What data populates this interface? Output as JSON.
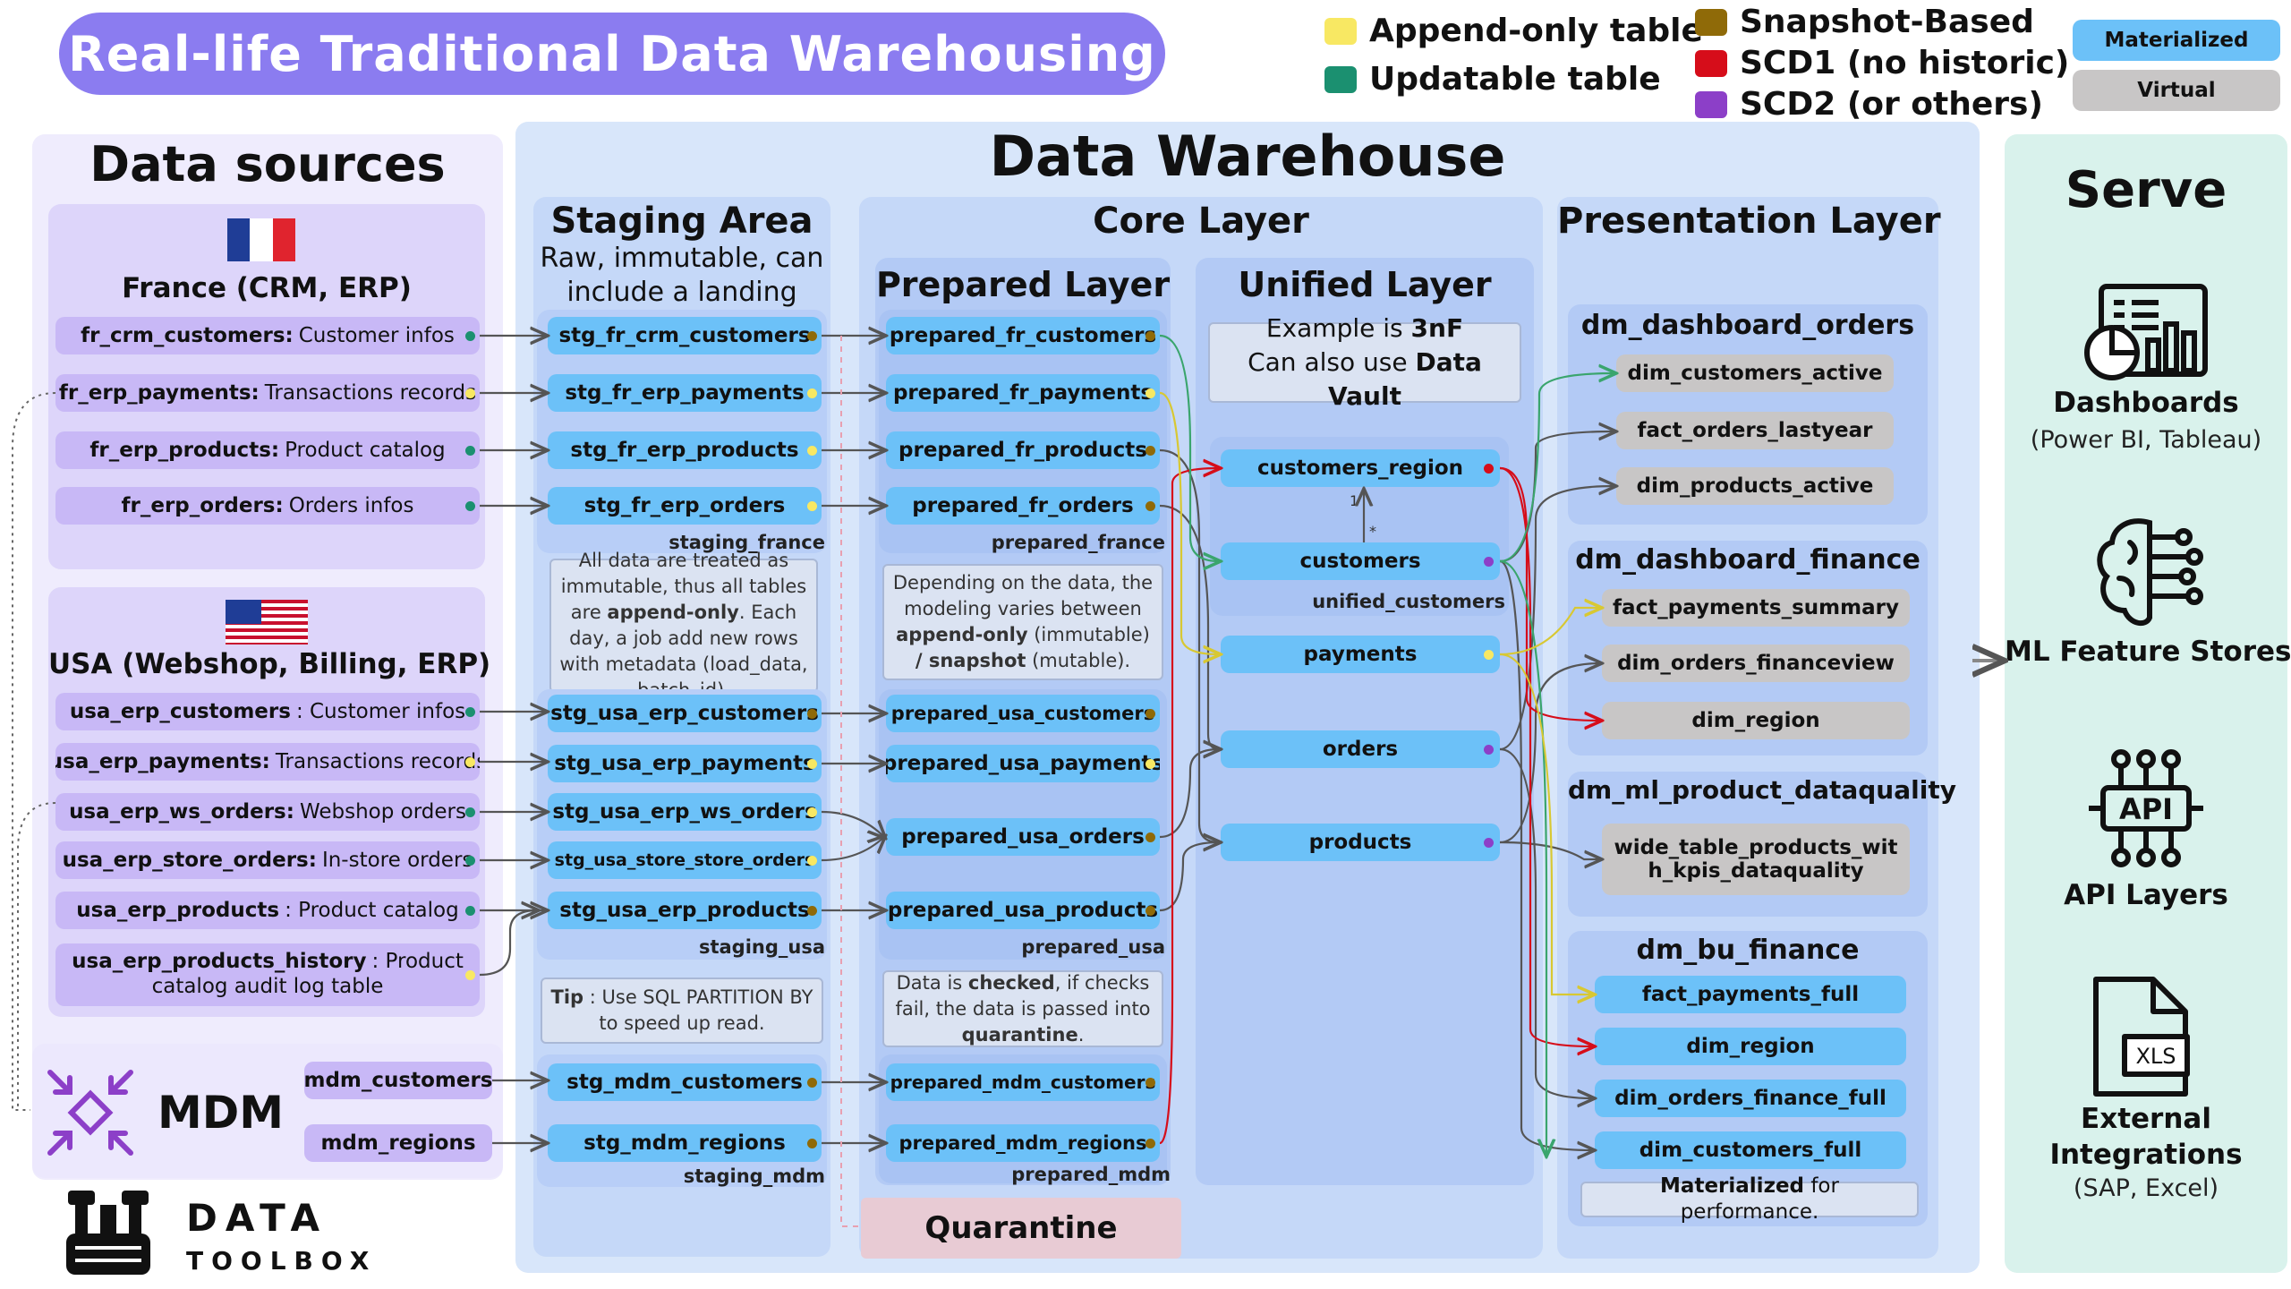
{
  "title": "Real-life Traditional Data Warehousing",
  "legend": {
    "append_only": "Append-only table",
    "updatable": "Updatable table",
    "snapshot": "Snapshot-Based",
    "scd1": "SCD1 (no historic)",
    "scd2": "SCD2 (or others)",
    "materialized": "Materialized",
    "virtual": "Virtual"
  },
  "colors": {
    "append_only": "#f8e863",
    "updatable": "#1b9070",
    "snapshot": "#8f6a08",
    "scd1": "#d60d1a",
    "scd2": "#8c3fc8",
    "materialized": "#6cc1f8",
    "virtual": "#c8c6c6"
  },
  "sources": {
    "title": "Data sources",
    "france": {
      "title": "France (CRM, ERP)",
      "items": [
        {
          "name": "fr_crm_customers:",
          "desc": "Customer infos"
        },
        {
          "name": "fr_erp_payments:",
          "desc": "Transactions records"
        },
        {
          "name": "fr_erp_products:",
          "desc": "Product catalog"
        },
        {
          "name": "fr_erp_orders:",
          "desc": "Orders infos"
        }
      ]
    },
    "usa": {
      "title": "USA (Webshop, Billing, ERP)",
      "items": [
        {
          "name": "usa_erp_customers",
          "desc": ": Customer infos"
        },
        {
          "name": "usa_erp_payments:",
          "desc": "Transactions records"
        },
        {
          "name": "usa_erp_ws_orders:",
          "desc": "Webshop orders"
        },
        {
          "name": "usa_erp_store_orders:",
          "desc": "In-store orders"
        },
        {
          "name": "usa_erp_products",
          "desc": ": Product catalog"
        },
        {
          "name": "usa_erp_products_history",
          "desc": ": Product catalog audit log table"
        }
      ]
    },
    "mdm": {
      "title": "MDM",
      "items": [
        "mdm_customers",
        "mdm_regions"
      ]
    }
  },
  "brand": {
    "line1": "DATA",
    "line2": "TOOLBOX"
  },
  "warehouse": {
    "title": "Data Warehouse"
  },
  "staging": {
    "title": "Staging Area",
    "subtitle": "Raw, immutable, can include a landing zone",
    "france": [
      "stg_fr_crm_customers",
      "stg_fr_erp_payments",
      "stg_fr_erp_products",
      "stg_fr_erp_orders"
    ],
    "france_label": "staging_france",
    "usa": [
      "stg_usa_erp_customers",
      "stg_usa_erp_payments",
      "stg_usa_erp_ws_orders",
      "stg_usa_store_store_orders",
      "stg_usa_erp_products"
    ],
    "usa_label": "staging_usa",
    "mdm": [
      "stg_mdm_customers",
      "stg_mdm_regions"
    ],
    "mdm_label": "staging_mdm",
    "note1": {
      "a": "All data are treated as immutable, thus all tables are ",
      "b": "append-only",
      "c": ". Each day, a job add new rows with metadata (load_data, batch_id)."
    },
    "note2": {
      "a": "Tip",
      "b": " : Use SQL PARTITION BY to speed up read."
    }
  },
  "core": {
    "title": "Core Layer"
  },
  "prepared": {
    "title": "Prepared Layer",
    "france": [
      "prepared_fr_customers",
      "prepared_fr_payments",
      "prepared_fr_products",
      "prepared_fr_orders"
    ],
    "france_label": "prepared_france",
    "usa": [
      "prepared_usa_customers",
      "prepared_usa_payments",
      "prepared_usa_orders",
      "prepared_usa_products"
    ],
    "usa_label": "prepared_usa",
    "mdm": [
      "prepared_mdm_customers",
      "prepared_mdm_regions"
    ],
    "mdm_label": "prepared_mdm",
    "note1": {
      "a": "Depending on the data, the modeling varies between ",
      "b": "append-only",
      "c": " (immutable) ",
      "d": "/ snapshot",
      "e": " (mutable)."
    },
    "note2": {
      "a": "Data is ",
      "b": "checked",
      "c": ", if checks fail, the data is passed into ",
      "d": "quarantine",
      "e": "."
    }
  },
  "quarantine": "Quarantine",
  "unified": {
    "title": "Unified Layer",
    "note_a": "Example is ",
    "note_b": "3nF",
    "note_c": "Can also use ",
    "note_d": "Data Vault",
    "items": [
      "customers_region",
      "customers",
      "payments",
      "orders",
      "products"
    ],
    "group_label": "unified_customers",
    "rel": "1",
    "rel2": "*"
  },
  "presentation": {
    "title": "Presentation Layer",
    "groups": [
      {
        "title": "dm_dashboard_orders",
        "items": [
          "dim_customers_active",
          "fact_orders_lastyear",
          "dim_products_active"
        ]
      },
      {
        "title": "dm_dashboard_finance",
        "items": [
          "fact_payments_summary",
          "dim_orders_financeview",
          "dim_region"
        ]
      },
      {
        "title": "dm_ml_product_dataquality",
        "items": [
          "wide_table_products_with_kpis_dataquality"
        ]
      },
      {
        "title": "dm_bu_finance",
        "items": [
          "fact_payments_full",
          "dim_region",
          "dim_orders_finance_full",
          "dim_customers_full"
        ]
      }
    ],
    "note_a": "Materialized",
    "note_b": " for performance."
  },
  "serve": {
    "title": "Serve",
    "items": [
      {
        "title": "Dashboards",
        "sub": "(Power BI, Tableau)",
        "icon": "dashboard-icon"
      },
      {
        "title": "ML Feature Stores",
        "sub": "",
        "icon": "brain-circuit-icon"
      },
      {
        "title": "API Layers",
        "sub": "",
        "icon": "api-icon"
      },
      {
        "title": "External",
        "title2": "Integrations",
        "sub": "(SAP, Excel)",
        "icon": "xls-file-icon"
      }
    ]
  }
}
